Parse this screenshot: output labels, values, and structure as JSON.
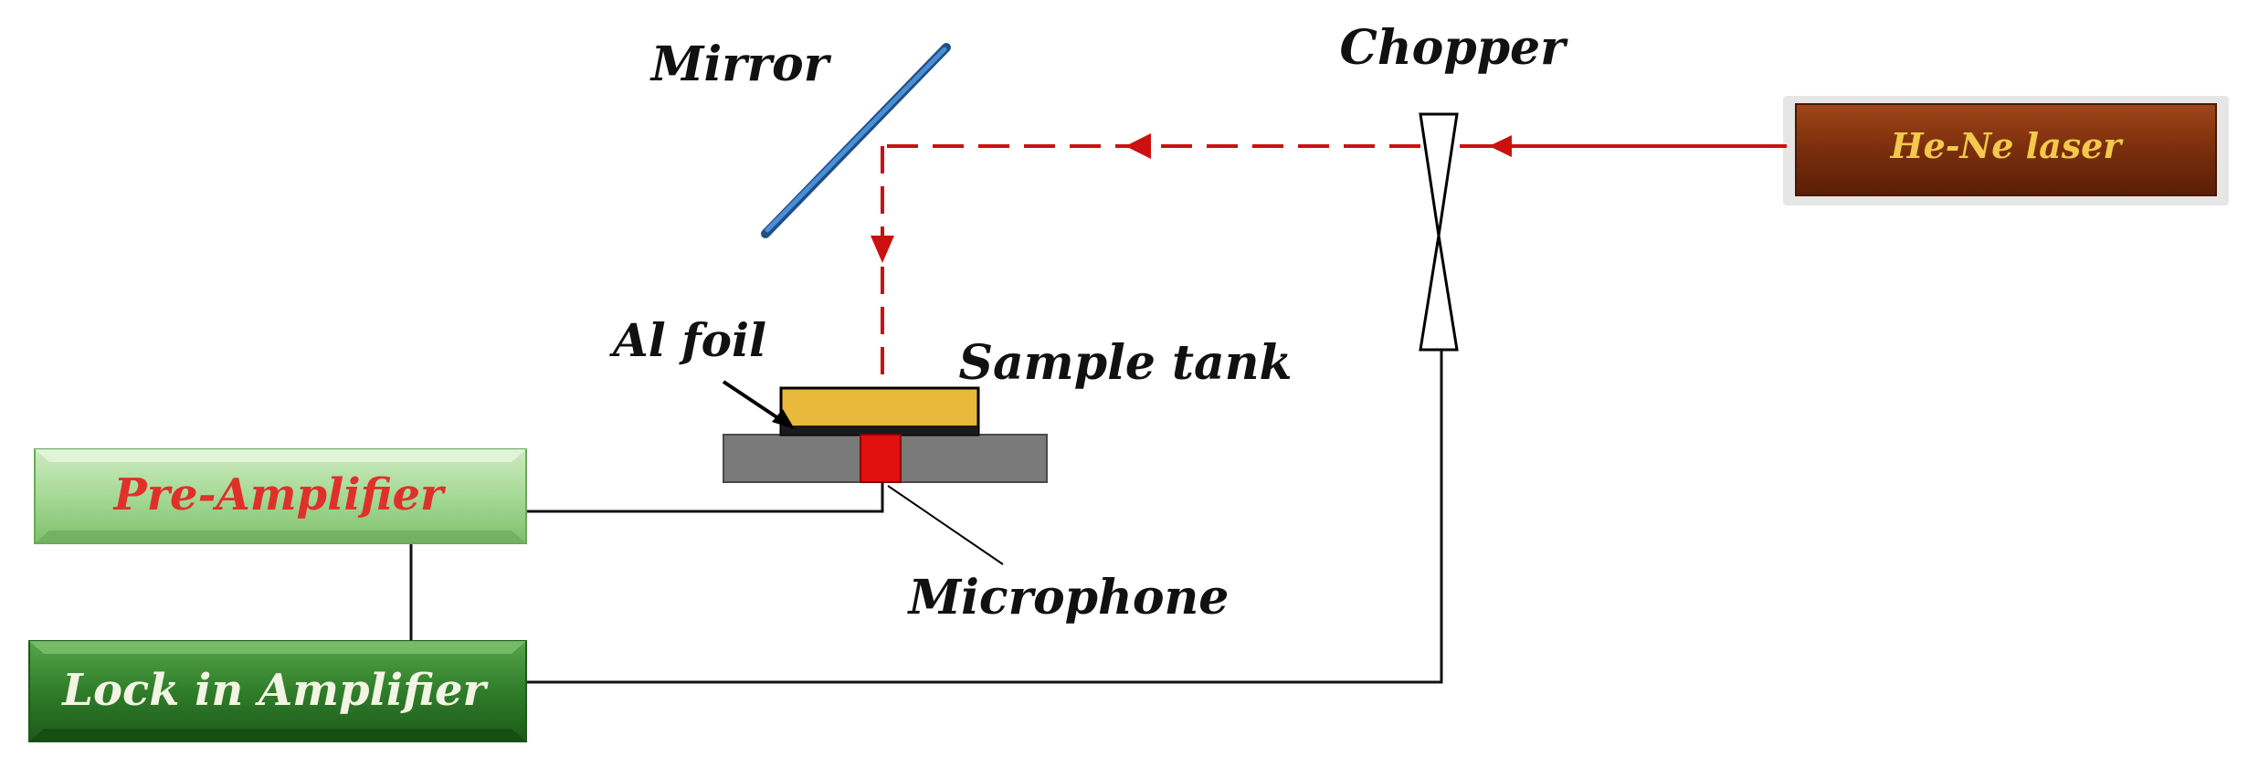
{
  "labels": {
    "mirror": "Mirror",
    "chopper": "Chopper",
    "laser": "He-Ne laser",
    "al_foil": "Al foil",
    "sample_tank": "Sample tank",
    "microphone": "Microphone",
    "pre_amplifier": "Pre-Amplifier",
    "lock_in": "Lock in Amplifier"
  },
  "colors": {
    "laser_box": "#7a2e0c",
    "laser_text": "#f2c94c",
    "beam": "#cc1010",
    "mirror": "#2f6fb0",
    "foil": "#e8b93a",
    "base": "#7a7a7a",
    "microphone": "#e01010",
    "pre_amp_box": "#a9d99a",
    "pre_amp_text": "#e0302a",
    "lock_in_box": "#2e7d2a",
    "lock_in_text": "#f4f4e4"
  }
}
